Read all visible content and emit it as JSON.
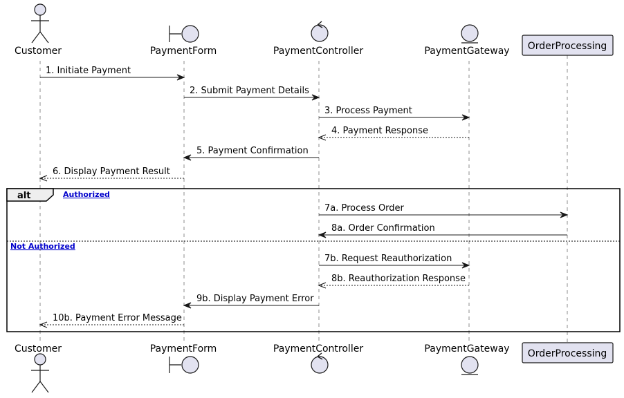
{
  "participants": [
    {
      "id": "customer",
      "name": "Customer",
      "kind": "actor"
    },
    {
      "id": "form",
      "name": "PaymentForm",
      "kind": "boundary"
    },
    {
      "id": "controller",
      "name": "PaymentController",
      "kind": "control"
    },
    {
      "id": "gateway",
      "name": "PaymentGateway",
      "kind": "entity"
    },
    {
      "id": "orders",
      "name": "OrderProcessing",
      "kind": "participant"
    }
  ],
  "messages": [
    {
      "from": "customer",
      "to": "form",
      "label": "1. Initiate Payment",
      "style": "sync"
    },
    {
      "from": "form",
      "to": "controller",
      "label": "2. Submit Payment Details",
      "style": "sync"
    },
    {
      "from": "controller",
      "to": "gateway",
      "label": "3. Process Payment",
      "style": "sync"
    },
    {
      "from": "gateway",
      "to": "controller",
      "label": "4. Payment Response",
      "style": "return"
    },
    {
      "from": "controller",
      "to": "form",
      "label": "5. Payment Confirmation",
      "style": "sync"
    },
    {
      "from": "form",
      "to": "customer",
      "label": "6. Display Payment Result",
      "style": "return"
    },
    {
      "from": "controller",
      "to": "orders",
      "label": "7a. Process Order",
      "style": "sync"
    },
    {
      "from": "orders",
      "to": "controller",
      "label": "8a. Order Confirmation",
      "style": "sync"
    },
    {
      "from": "controller",
      "to": "gateway",
      "label": "7b. Request Reauthorization",
      "style": "sync"
    },
    {
      "from": "gateway",
      "to": "controller",
      "label": "8b. Reauthorization Response",
      "style": "return"
    },
    {
      "from": "controller",
      "to": "form",
      "label": "9b. Display Payment Error",
      "style": "sync"
    },
    {
      "from": "form",
      "to": "customer",
      "label": "10b. Payment Error Message",
      "style": "return"
    }
  ],
  "fragment": {
    "operator": "alt",
    "guards": [
      "Authorized",
      "Not Authorized"
    ]
  },
  "colors": {
    "participant_fill": "#E2E2F0",
    "line": "#181818",
    "guard_text": "#0000CC"
  }
}
